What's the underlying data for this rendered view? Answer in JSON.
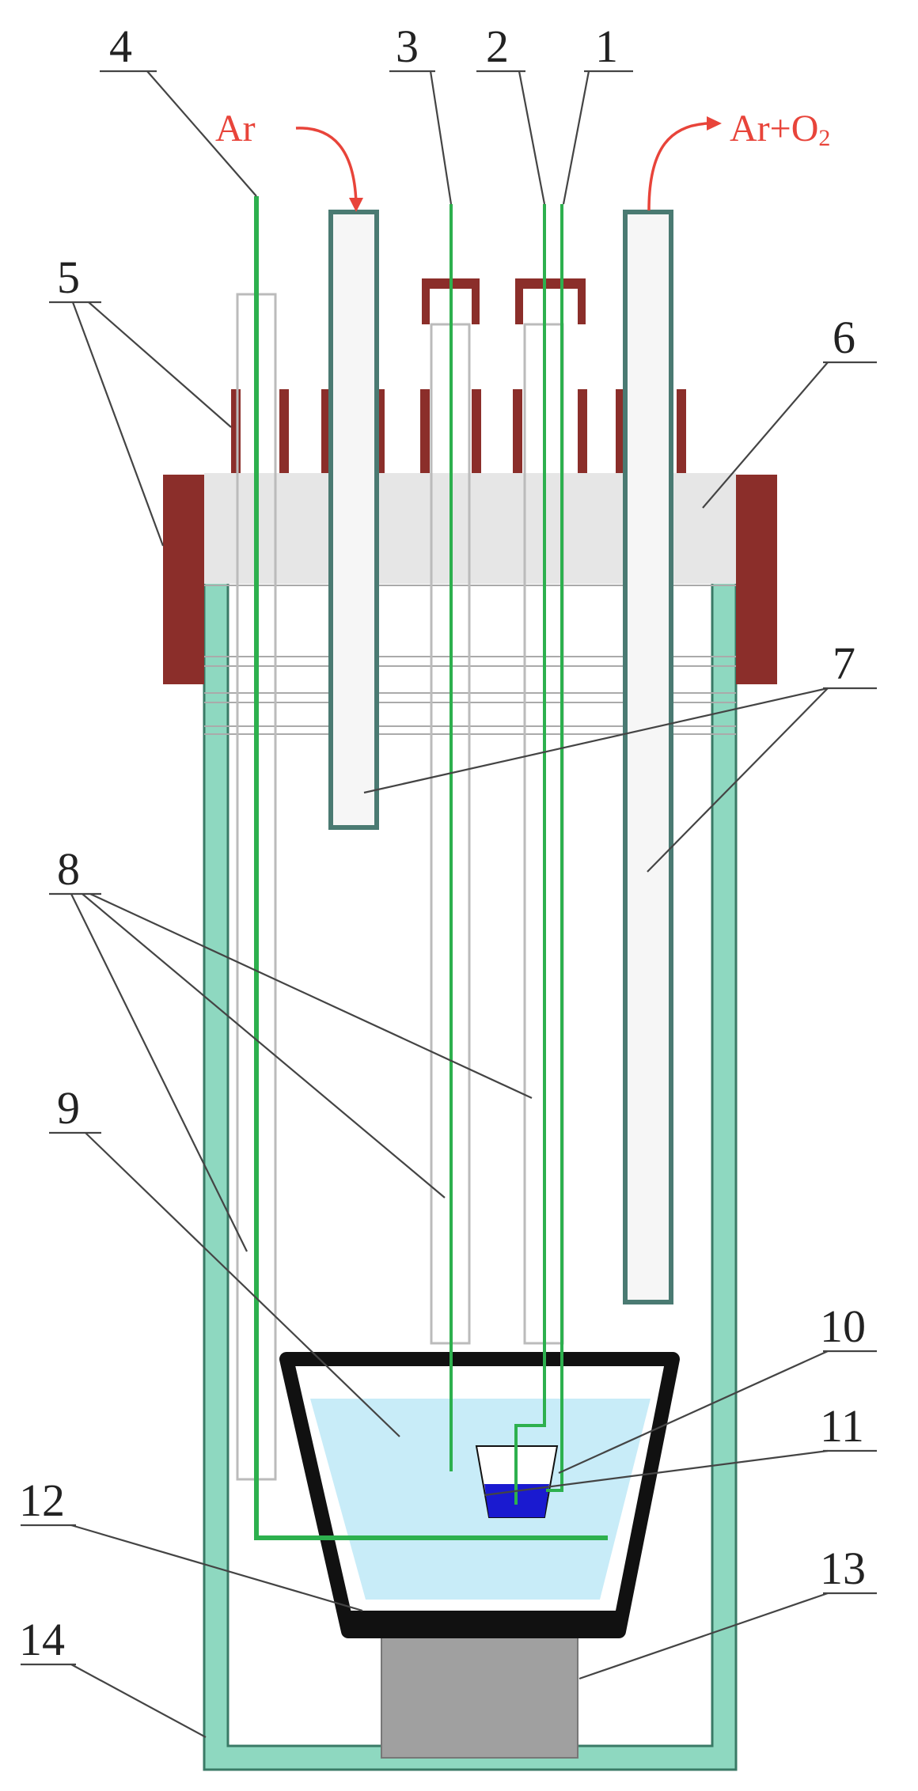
{
  "diagram": {
    "labels": {
      "l1": "1",
      "l2": "2",
      "l3": "3",
      "l4": "4",
      "l5": "5",
      "l6": "6",
      "l7": "7",
      "l8": "8",
      "l9": "9",
      "l10": "10",
      "l11": "11",
      "l12": "12",
      "l13": "13",
      "l14": "14"
    },
    "gas_in": "Ar",
    "gas_out_main": "Ar+O",
    "gas_out_sub": "2"
  },
  "colors": {
    "vessel": "#8ed8c0",
    "vessel_stroke": "#3a7a66",
    "lid": "#e6e6e6",
    "clamp": "#8b2e2a",
    "wire": "#2db04e",
    "liquid": "#c8ecf8",
    "melt": "#1a1ad0",
    "crucible": "#111111",
    "support": "#a0a0a0",
    "gas_arrow": "#e8443a"
  }
}
